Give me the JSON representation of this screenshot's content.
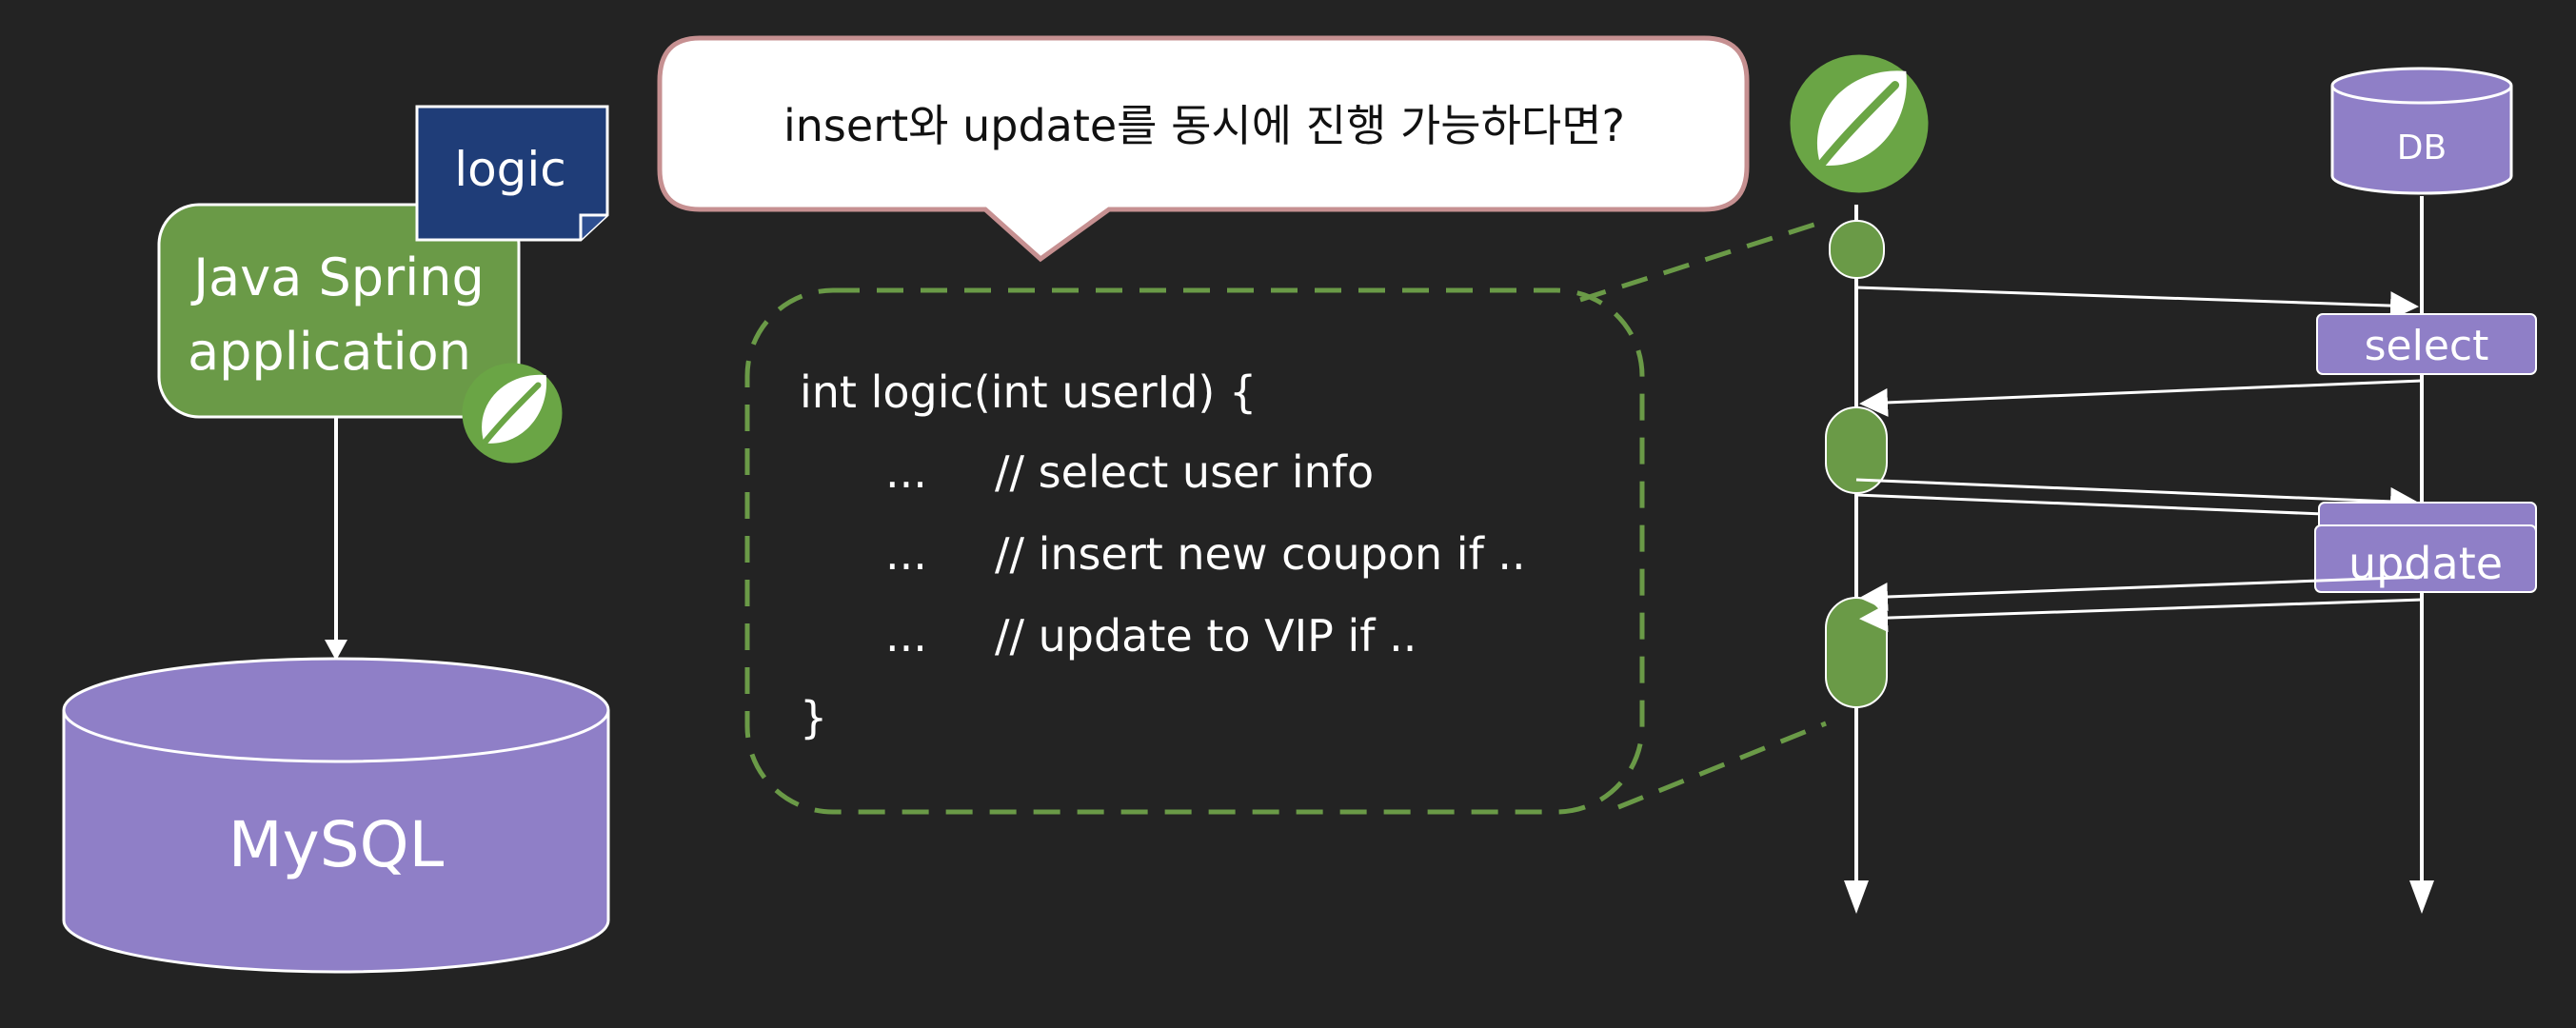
{
  "left": {
    "app_line1": "Java Spring",
    "app_line2": "application",
    "logic_note": "logic",
    "db_label": "MySQL"
  },
  "bubble": {
    "text": "insert와 update를 동시에 진행 가능하다면?"
  },
  "code": {
    "lines": [
      "int logic(int userId) {",
      "...",
      "// select user info",
      "...",
      "// insert new coupon if ..",
      "...",
      "// update to VIP if ..",
      "}"
    ]
  },
  "sequence": {
    "db_header": "DB",
    "select_label": "select",
    "update_label": "update"
  },
  "icons": {
    "spring": "spring-leaf-icon"
  },
  "colors": {
    "background": "#232323",
    "spring_green": "#6a9a47",
    "db_purple": "#8f7fc7",
    "logic_blue": "#1f3d78",
    "bubble_border": "#c69091",
    "dashed_green": "#6a9a47"
  }
}
